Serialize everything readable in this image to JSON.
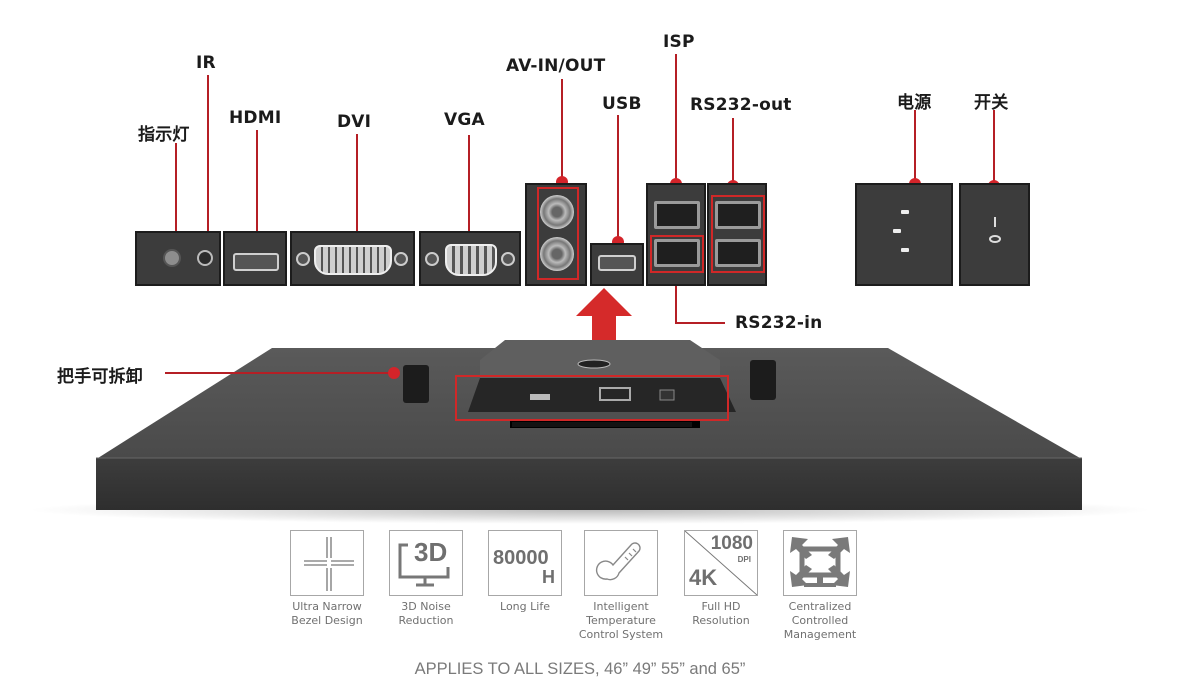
{
  "diagram": {
    "type": "product rear-panel port diagram",
    "port_labels": {
      "indicator": "指示灯",
      "ir": "IR",
      "hdmi": "HDMI",
      "dvi": "DVI",
      "vga": "VGA",
      "av": "AV-IN/OUT",
      "usb": "USB",
      "isp": "ISP",
      "rs232_out": "RS232-out",
      "rs232_in": "RS232-in",
      "power": "电源",
      "switch": "开关"
    },
    "handle_label": "把手可拆卸",
    "colors": {
      "accent_red": "#d4242a",
      "panel": "#3c3c3c",
      "monitor_body": "#4a4a4a",
      "caption_gray": "#707070"
    }
  },
  "features": [
    {
      "icon": "bezel-icon",
      "caption": [
        "Ultra Narrow",
        "Bezel Design"
      ]
    },
    {
      "icon": "3d-monitor-icon",
      "icon_text": "3D",
      "caption": [
        "3D Noise",
        "Reduction"
      ]
    },
    {
      "icon": "hours-icon",
      "icon_text": "80000",
      "icon_subtext": "H",
      "caption": [
        "Long Life"
      ]
    },
    {
      "icon": "thermometer-icon",
      "caption": [
        "Intelligent",
        "Temperature",
        "Control System"
      ]
    },
    {
      "icon": "resolution-icon",
      "icon_text": "1080",
      "icon_subtext": "DPI",
      "icon_text2": "4K",
      "caption": [
        "Full HD",
        "Resolution"
      ]
    },
    {
      "icon": "centralized-control-icon",
      "caption": [
        "Centralized",
        "Controlled",
        "Management"
      ]
    }
  ],
  "footer": "APPLIES TO ALL SIZES, 46” 49” 55” and 65”"
}
